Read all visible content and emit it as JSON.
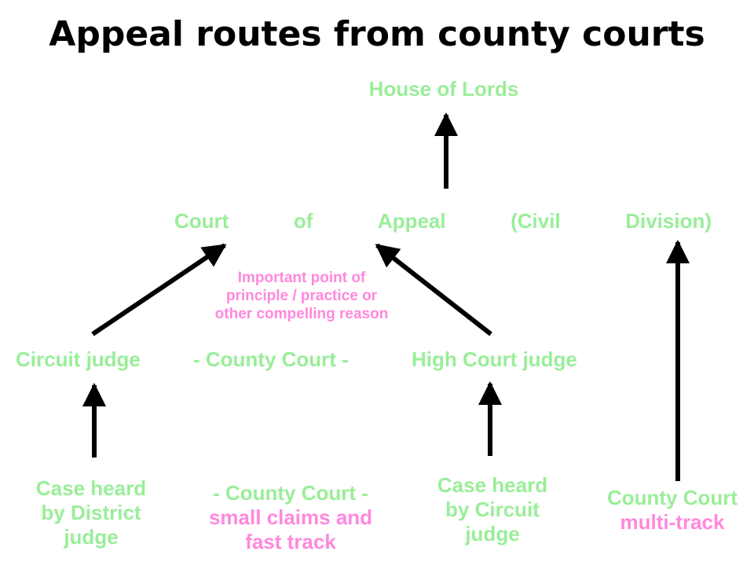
{
  "title": "Appeal routes from county courts",
  "nodes": {
    "house_of_lords": "House of Lords",
    "court_of_appeal": [
      "Court",
      "of",
      "Appeal",
      "(Civil",
      "Division)"
    ],
    "circuit_judge": "Circuit judge",
    "county_court_mid": "- County Court -",
    "high_court_judge": "High Court judge",
    "important_point": [
      "Important point of",
      "principle / practice or",
      "other compelling reason"
    ],
    "case_district": [
      "Case heard",
      "by District",
      "judge"
    ],
    "county_small": [
      "- County Court -",
      "small claims and",
      "fast track"
    ],
    "case_circuit": [
      "Case heard",
      "by Circuit",
      "judge"
    ],
    "county_multi": [
      "County Court",
      "multi-track"
    ]
  },
  "colors": {
    "green": "#99ee99",
    "pink": "#ff88dd",
    "arrow": "#000000"
  }
}
